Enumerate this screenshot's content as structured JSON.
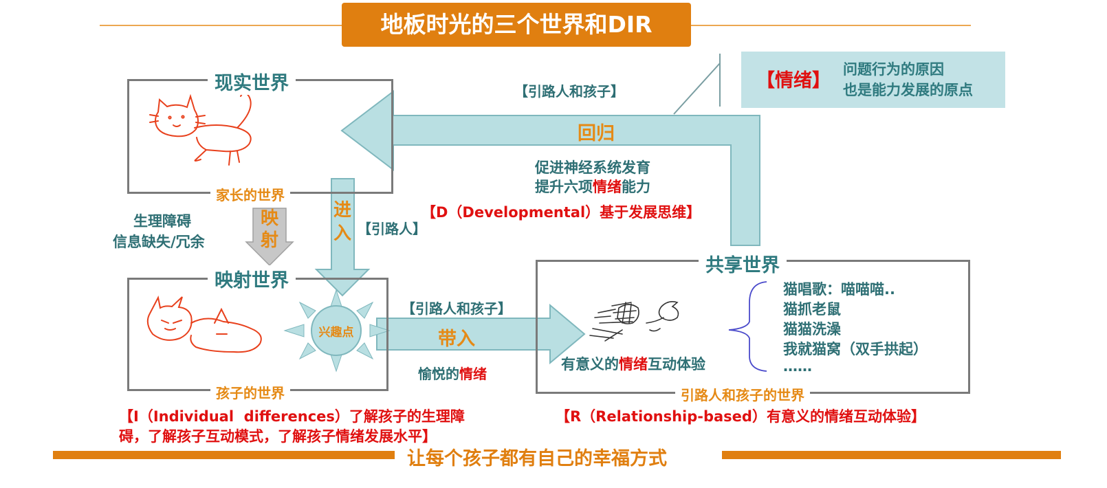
{
  "title": "地板时光的三个世界和DIR",
  "worlds": {
    "real": {
      "title": "现实世界",
      "subtitle": "家长的世界"
    },
    "mapped": {
      "title": "映射世界",
      "subtitle": "孩子的世界"
    },
    "shared": {
      "title": "共享世界",
      "subtitle": "引路人和孩子的世界"
    }
  },
  "emotion_box": {
    "tag": "【情绪】",
    "line1": "问题行为的原因",
    "line2": "也是能力发展的原点"
  },
  "return_arrow": {
    "top_label": "【引路人和孩子】",
    "label": "回归",
    "line1": "促进神经系统发育",
    "line2_pre": "提升六项",
    "line2_emph": "情绪",
    "line2_post": "能力"
  },
  "d_label": "【D（Developmental）基于发展思维】",
  "enter_arrow": {
    "label_1": "进",
    "label_2": "入",
    "side": "【引路人】"
  },
  "mapping_arrow": {
    "label_1": "映",
    "label_2": "射"
  },
  "barriers": {
    "line1": "生理障碍",
    "line2": "信息缺失/冗余"
  },
  "interest_point": "兴趣点",
  "bring_arrow": {
    "top_label": "【引路人和孩子】",
    "label": "带入",
    "bottom_pre": "愉悦的",
    "bottom_emph": "情绪"
  },
  "shared_caption": {
    "pre": "有意义的",
    "emph": "情绪",
    "post": "互动体验"
  },
  "examples": [
    "猫唱歌：喵喵喵..",
    "猫抓老鼠",
    "猫猫洗澡",
    "我就猫窝（双手拱起）",
    "……"
  ],
  "i_label": {
    "line1": "【I（Individual  differences）了解孩子的生理障",
    "line2": "碍，了解孩子互动模式，了解孩子情绪发展水平】"
  },
  "r_label": "【R（Relationship-based）有意义的情绪互动体验】",
  "footer": "让每个孩子都有自己的幸福方式",
  "colors": {
    "accent_orange": "#e07f10",
    "teal_text": "#2f7a7f",
    "arrow_fill": "#b9dfe2",
    "emphasis_red": "#e01010",
    "sketch_red": "#e8401c"
  }
}
